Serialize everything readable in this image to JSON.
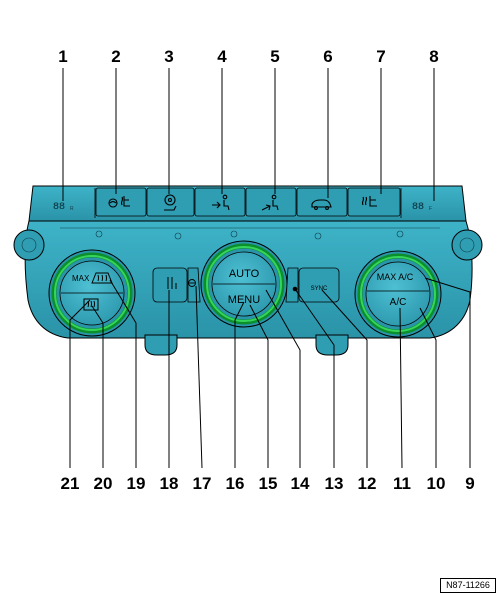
{
  "callouts_top": [
    "1",
    "2",
    "3",
    "4",
    "5",
    "6",
    "7",
    "8"
  ],
  "callouts_bottom": [
    "21",
    "20",
    "19",
    "18",
    "17",
    "16",
    "15",
    "14",
    "13",
    "12",
    "11",
    "10",
    "9"
  ],
  "display_left": "88",
  "display_left_suffix": "R",
  "display_right": "88",
  "display_right_suffix": "F",
  "knob_left": {
    "top_label": "MAX"
  },
  "knob_center": {
    "top_label": "AUTO",
    "bottom_label": "MENU"
  },
  "knob_right": {
    "top_label": "MAX A/C",
    "bottom_label": "A/C"
  },
  "sync_label": "SYNC",
  "reference": "N87-11266",
  "icons": [
    "seat-heat-icon",
    "steering-heat-icon",
    "seat-ventilation-icon",
    "air-to-face-icon",
    "air-to-feet-icon",
    "recirculation-icon",
    "rear-seat-heat-icon",
    "front-defrost-icon",
    "rear-defrost-icon",
    "footwell-fan-icon",
    "fan-icon"
  ],
  "colors": {
    "panel": "#36a8bd",
    "panel_dark": "#1d7f93",
    "ring": "#22c24c",
    "ink": "#000000"
  }
}
